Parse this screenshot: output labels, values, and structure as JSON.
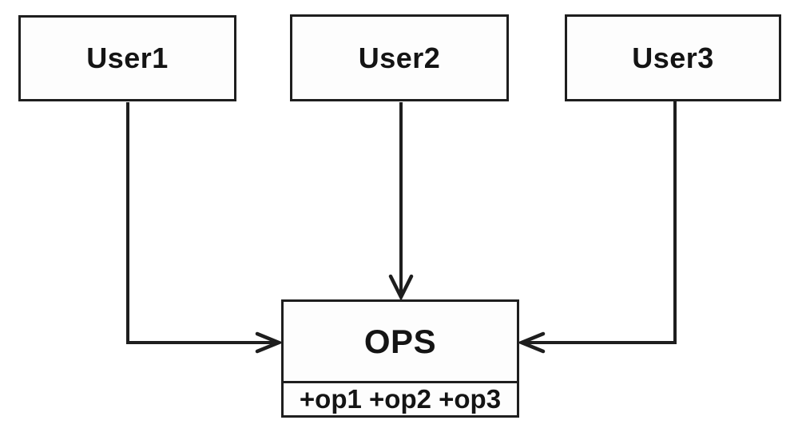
{
  "diagram": {
    "type": "uml-class-diagram",
    "colors": {
      "background": "#ffffff",
      "line": "#1e1e1e",
      "box_fill": "#fdfdfd",
      "text": "#141414"
    },
    "nodes": [
      {
        "id": "user1",
        "label": "User1"
      },
      {
        "id": "user2",
        "label": "User2"
      },
      {
        "id": "user3",
        "label": "User3"
      },
      {
        "id": "ops",
        "label": "OPS",
        "operations": "+op1 +op2 +op3"
      }
    ],
    "edges": [
      {
        "from": "user1",
        "to": "ops",
        "arrow": "open-arrowhead",
        "route": "down-then-right-into-left-side"
      },
      {
        "from": "user2",
        "to": "ops",
        "arrow": "open-arrowhead",
        "route": "straight-down-into-top"
      },
      {
        "from": "user3",
        "to": "ops",
        "arrow": "open-arrowhead",
        "route": "down-then-left-into-right-side"
      }
    ]
  }
}
